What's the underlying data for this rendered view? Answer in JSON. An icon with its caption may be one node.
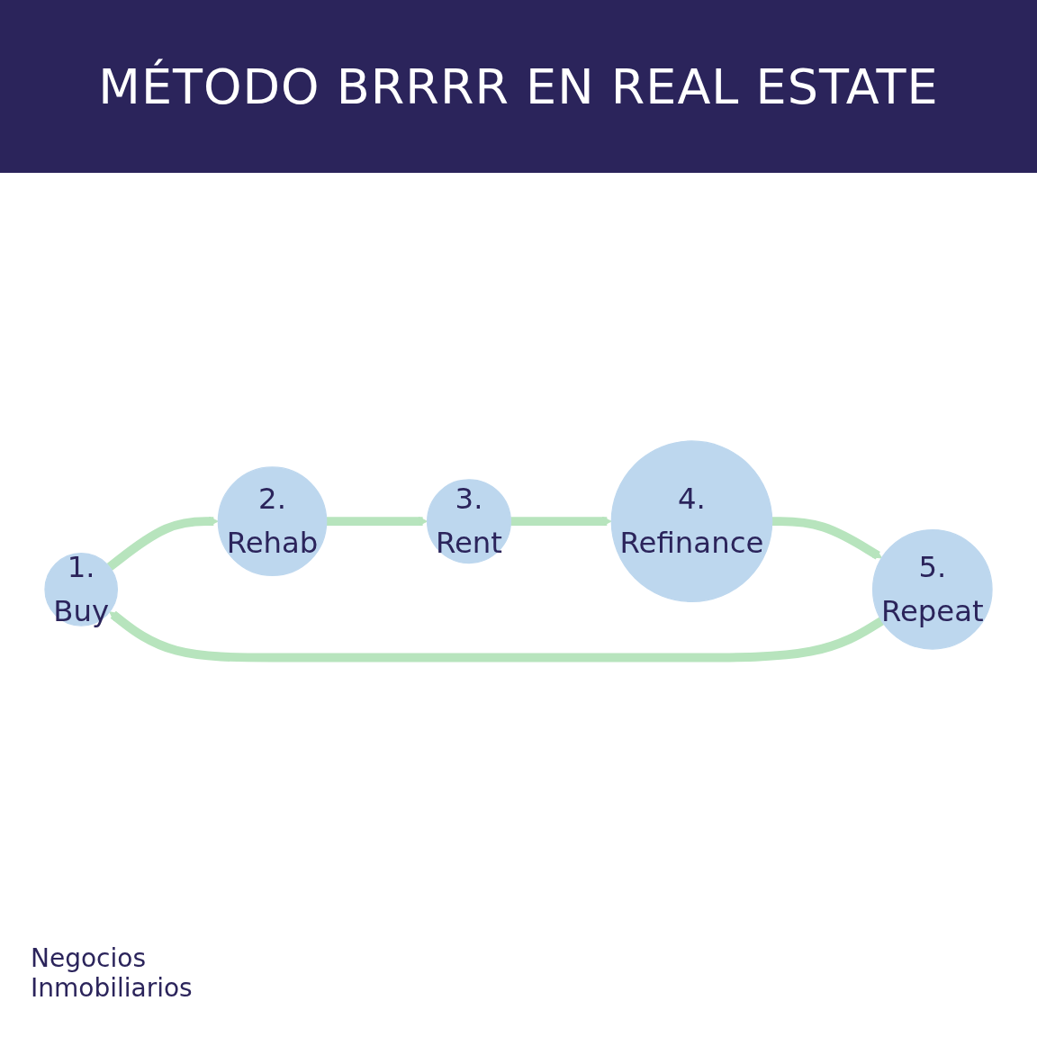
{
  "diagram": {
    "title": "MÉTODO BRRRR EN REAL ESTATE",
    "nodes": [
      {
        "text": [
          "1.",
          "Buy"
        ]
      },
      {
        "text": [
          "2.",
          "Rehab"
        ]
      },
      {
        "text": [
          "3.",
          "Rent"
        ]
      },
      {
        "text": [
          "4.",
          "Refinance"
        ]
      },
      {
        "text": [
          "5.",
          "Repeat"
        ]
      }
    ],
    "edges": [
      {
        "from": 0,
        "to": 1,
        "arrow": "to"
      },
      {
        "from": 1,
        "to": 2,
        "arrow": "to"
      },
      {
        "from": 2,
        "to": 3,
        "arrow": "to"
      },
      {
        "from": 3,
        "to": 4,
        "arrow": "to"
      },
      {
        "from": 4,
        "to": 0,
        "arrow": "to"
      }
    ],
    "labels": [
      "Negocios Inmobiliarios"
    ]
  }
}
